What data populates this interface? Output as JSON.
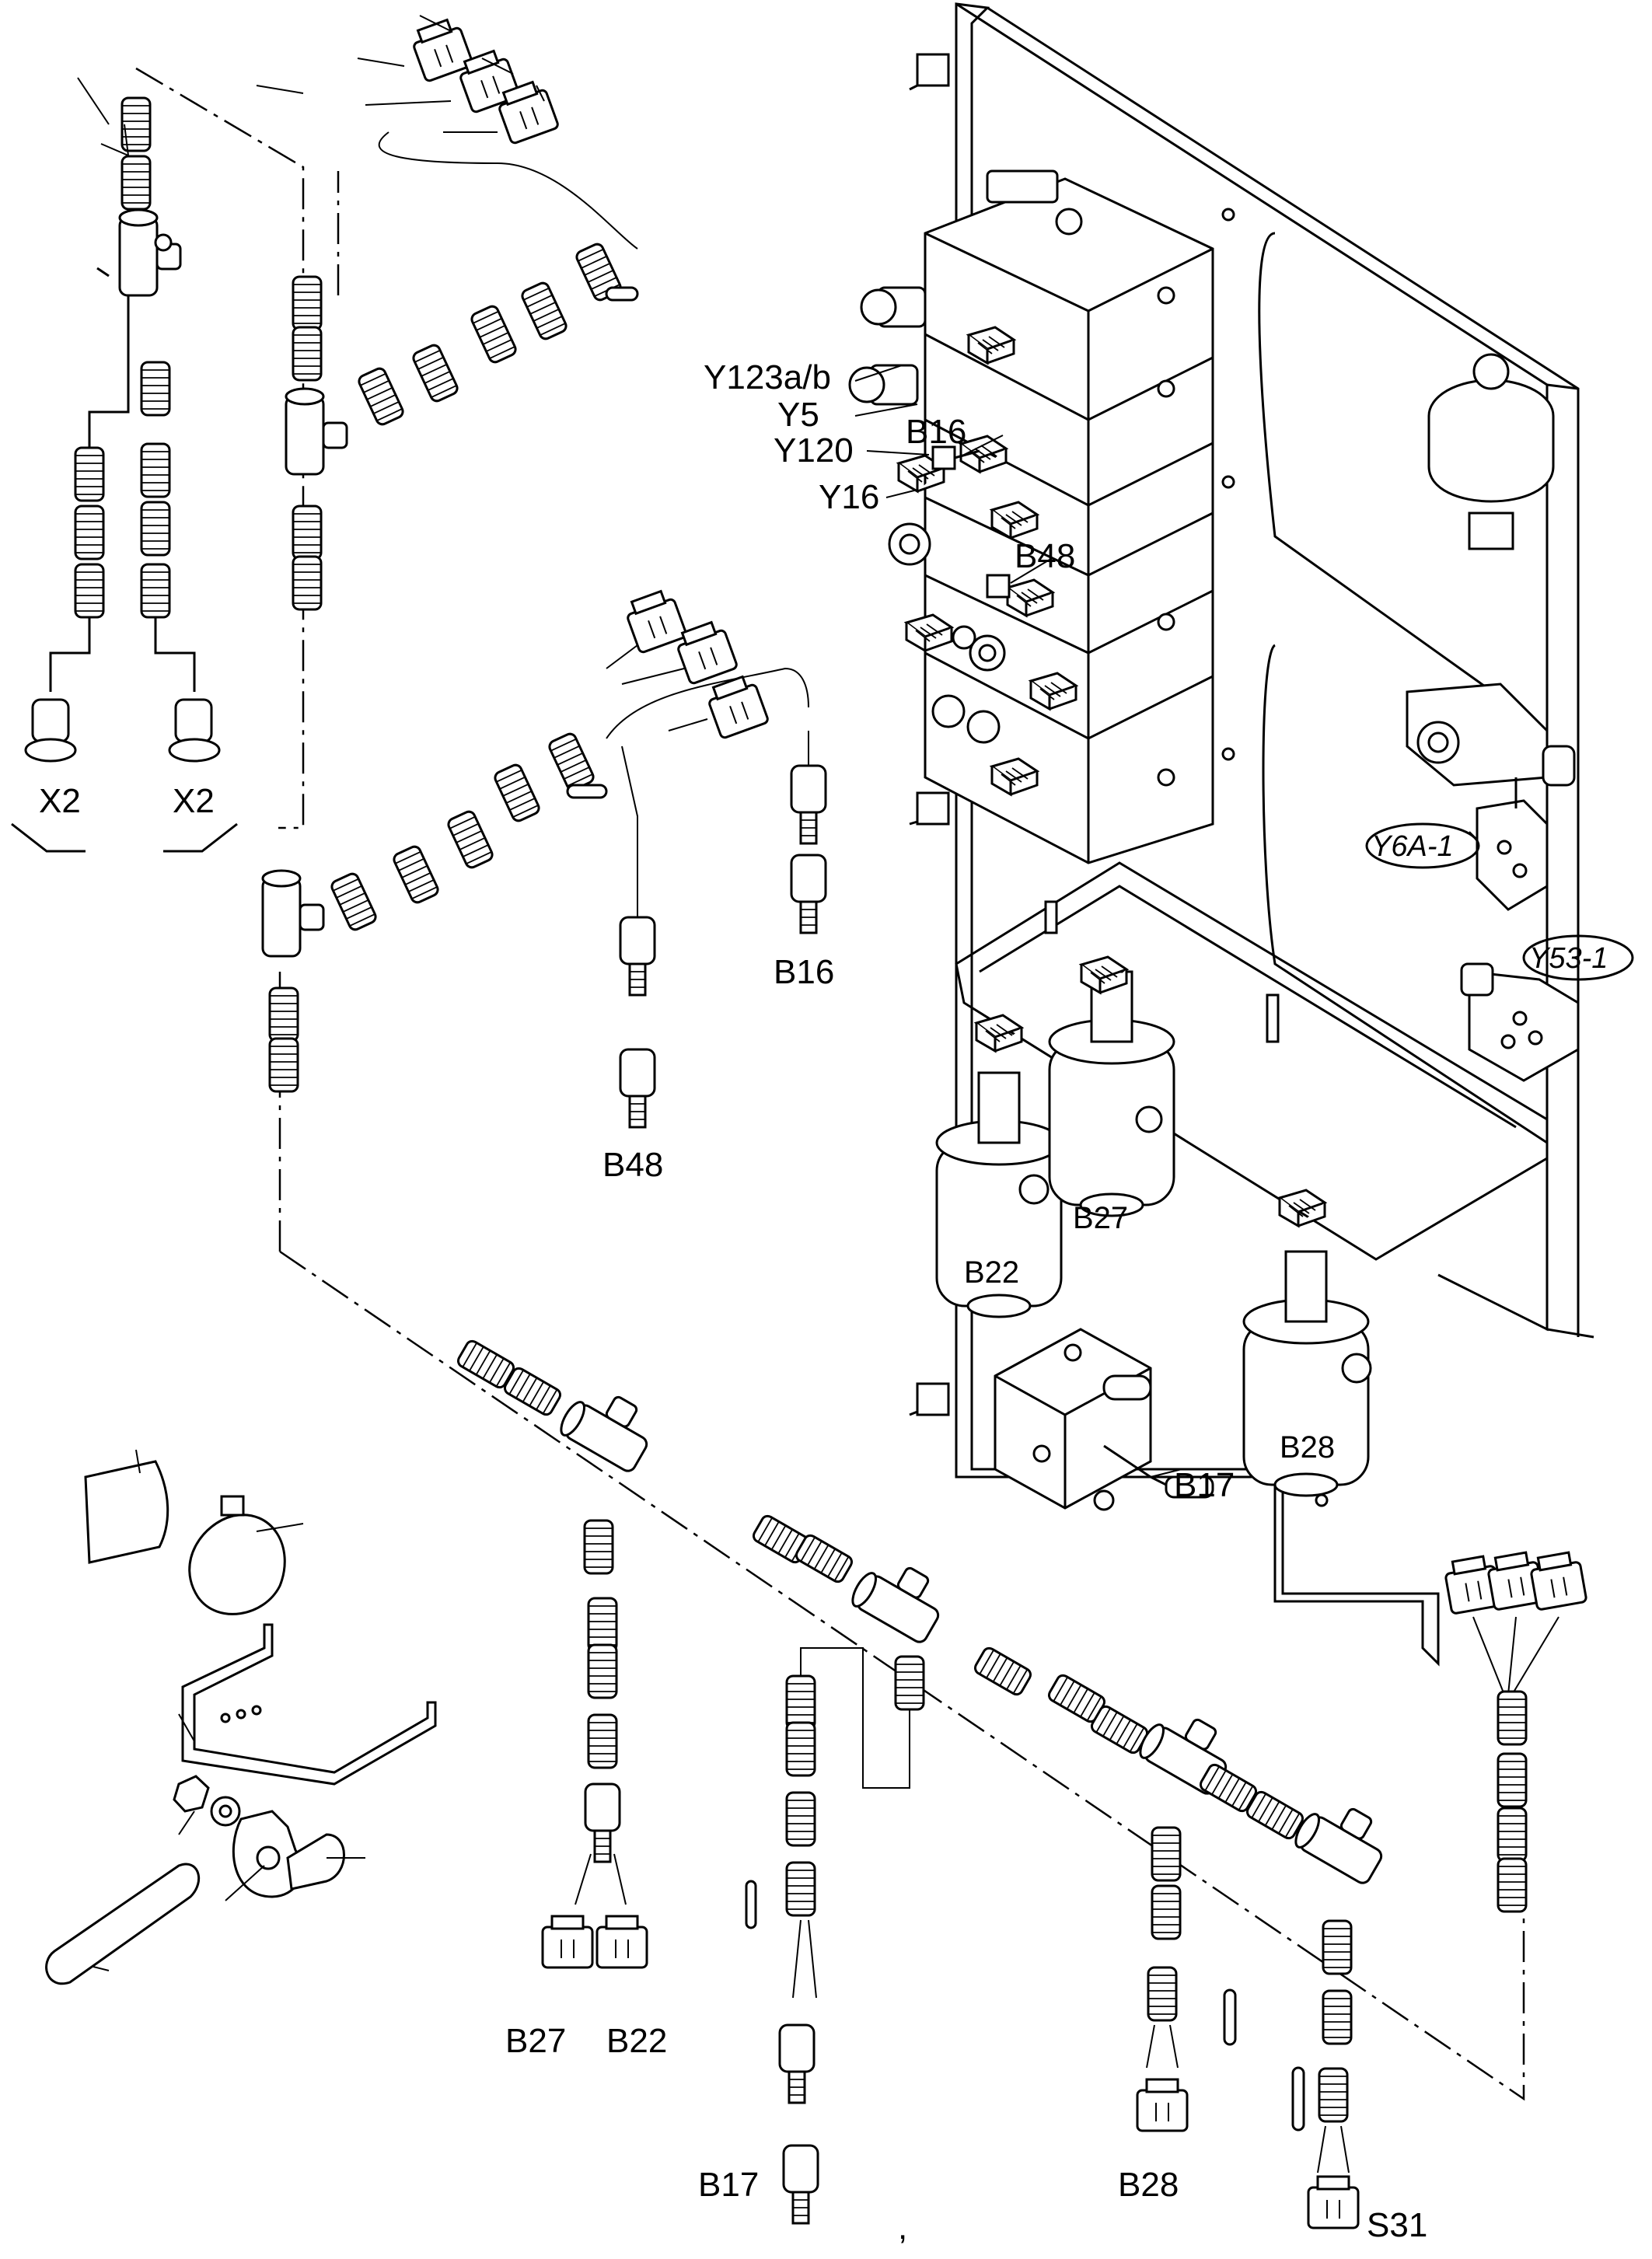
{
  "labels": {
    "x2_left": "X2",
    "x2_right": "X2",
    "y123ab": "Y123a/b",
    "y5": "Y5",
    "y120": "Y120",
    "y16": "Y16",
    "b16_valve": "B16",
    "b48_valve": "B48",
    "y6a1": "Y6A-1",
    "y531": "Y53-1",
    "b16_sensor": "B16",
    "b48_sensor": "B48",
    "b27_filter": "B27",
    "b22_filter": "B22",
    "b28_filter": "B28",
    "b17_block": "B17",
    "b27_connector": "B27",
    "b22_connector": "B22",
    "b17_sensor": "B17",
    "b28_connector": "B28",
    "s31": "S31",
    "stray_mark": ","
  }
}
